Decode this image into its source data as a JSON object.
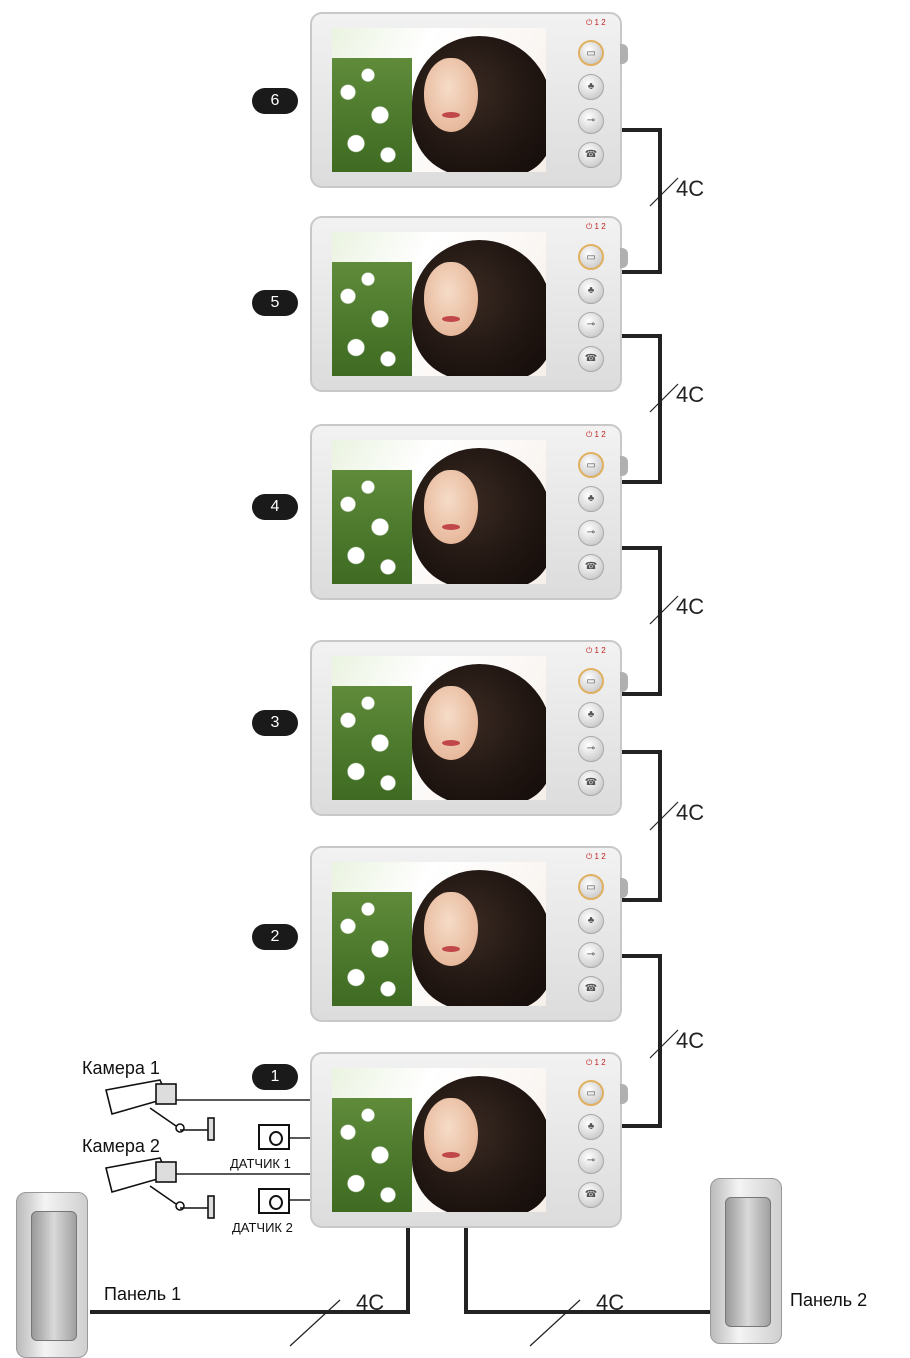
{
  "monitors": [
    {
      "number": "6"
    },
    {
      "number": "5"
    },
    {
      "number": "4"
    },
    {
      "number": "3"
    },
    {
      "number": "2"
    },
    {
      "number": "1"
    }
  ],
  "indicators": "⏻ 1 2",
  "wire_label": "4C",
  "cameras": {
    "camera1": "Камера 1",
    "camera2": "Камера 2"
  },
  "sensors": {
    "sensor1": "ДАТЧИК 1",
    "sensor2": "ДАТЧИК 2"
  },
  "panels": {
    "panel1": "Панель 1",
    "panel2": "Панель 2"
  }
}
